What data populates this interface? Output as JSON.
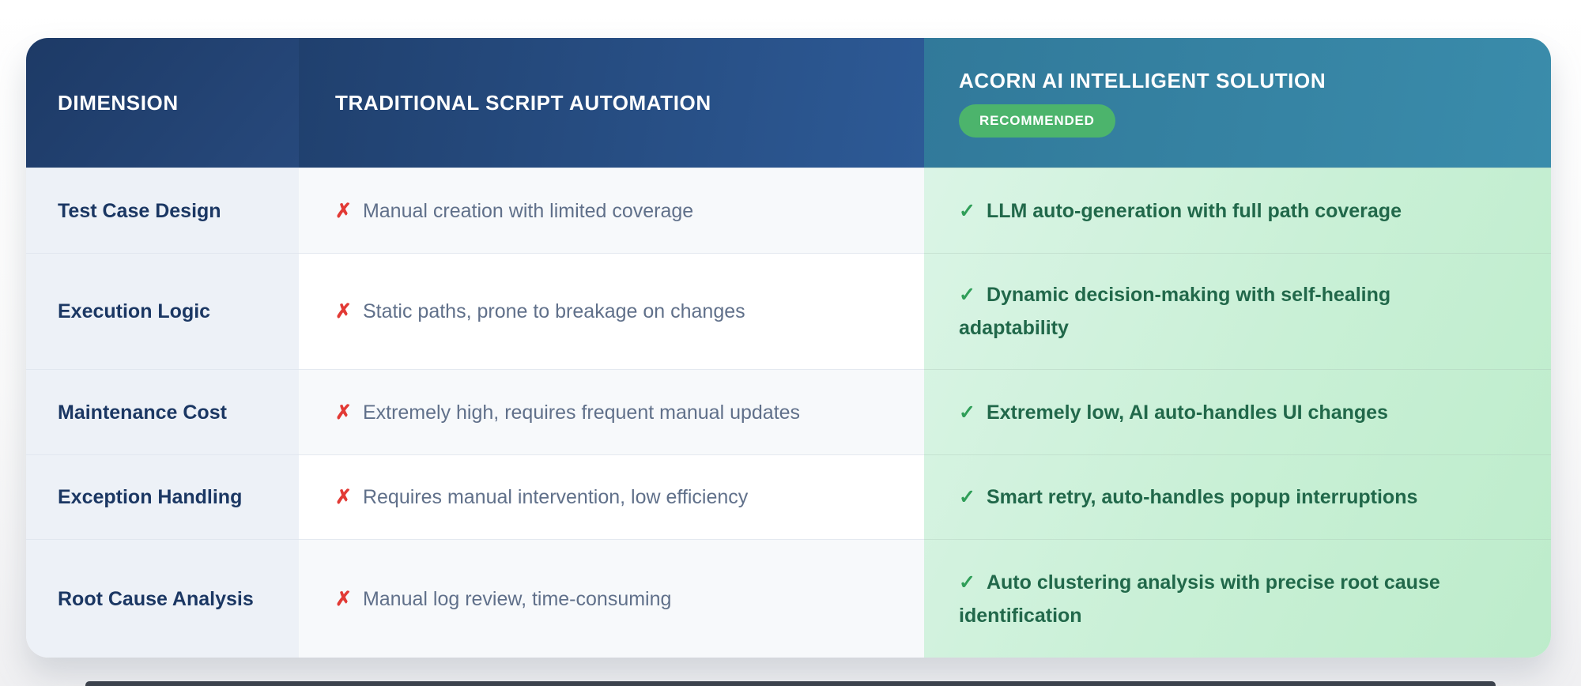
{
  "table": {
    "columns": [
      {
        "label": "DIMENSION"
      },
      {
        "label": "TRADITIONAL SCRIPT AUTOMATION"
      },
      {
        "label": "ACORN AI INTELLIGENT SOLUTION",
        "badge": "RECOMMENDED"
      }
    ],
    "icons": {
      "fail": "✗",
      "pass": "✓"
    },
    "rows": [
      {
        "dimension": "Test Case Design",
        "traditional": "Manual creation with limited coverage",
        "acorn": "LLM auto-generation with full path coverage"
      },
      {
        "dimension": "Execution Logic",
        "traditional": "Static paths, prone to breakage on changes",
        "acorn": "Dynamic decision-making with self-healing adaptability"
      },
      {
        "dimension": "Maintenance Cost",
        "traditional": "Extremely high, requires frequent manual updates",
        "acorn": "Extremely low, AI auto-handles UI changes"
      },
      {
        "dimension": "Exception Handling",
        "traditional": "Requires manual intervention, low efficiency",
        "acorn": "Smart retry, auto-handles popup interruptions"
      },
      {
        "dimension": "Root Cause Analysis",
        "traditional": "Manual log review, time-consuming",
        "acorn": "Auto clustering analysis with precise root cause identification"
      }
    ],
    "colors": {
      "header_dimension_dark": "#1d3a66",
      "header_traditional_blue": "#2d5a96",
      "header_acorn_teal": "#3a8cab",
      "badge_green": "#4cb46c",
      "fail_red": "#e23a35",
      "pass_green": "#2f9e58",
      "acorn_text_green": "#21684a",
      "dimension_text_navy": "#1b3763",
      "traditional_text_gray": "#60708a",
      "acorn_column_mint": "#c9f0d6"
    }
  }
}
